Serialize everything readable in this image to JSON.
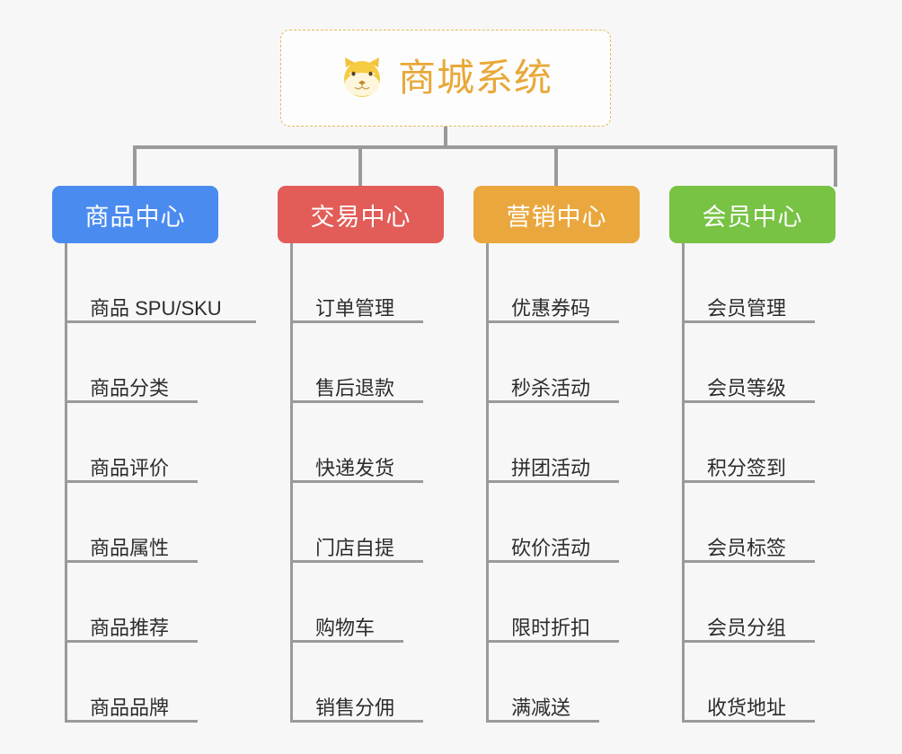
{
  "page": {
    "background": "#f7f7f7",
    "type": "mindmap"
  },
  "root": {
    "title": "商城系统",
    "icon": "shiba-dog-face-icon",
    "text_color": "#e8a838",
    "border_color": "#e7b85c",
    "border_style": "dashed"
  },
  "connector_color": "#9a9a9a",
  "columns": [
    {
      "id": "product-center",
      "label": "商品中心",
      "color": "#4a8bf0",
      "items": [
        "商品 SPU/SKU",
        "商品分类",
        "商品评价",
        "商品属性",
        "商品推荐",
        "商品品牌"
      ]
    },
    {
      "id": "trade-center",
      "label": "交易中心",
      "color": "#e25c58",
      "items": [
        "订单管理",
        "售后退款",
        "快递发货",
        "门店自提",
        "购物车",
        "销售分佣"
      ]
    },
    {
      "id": "marketing-center",
      "label": "营销中心",
      "color": "#eaa73e",
      "items": [
        "优惠券码",
        "秒杀活动",
        "拼团活动",
        "砍价活动",
        "限时折扣",
        "满减送"
      ]
    },
    {
      "id": "member-center",
      "label": "会员中心",
      "color": "#78c244",
      "items": [
        "会员管理",
        "会员等级",
        "积分签到",
        "会员标签",
        "会员分组",
        "收货地址"
      ]
    }
  ]
}
